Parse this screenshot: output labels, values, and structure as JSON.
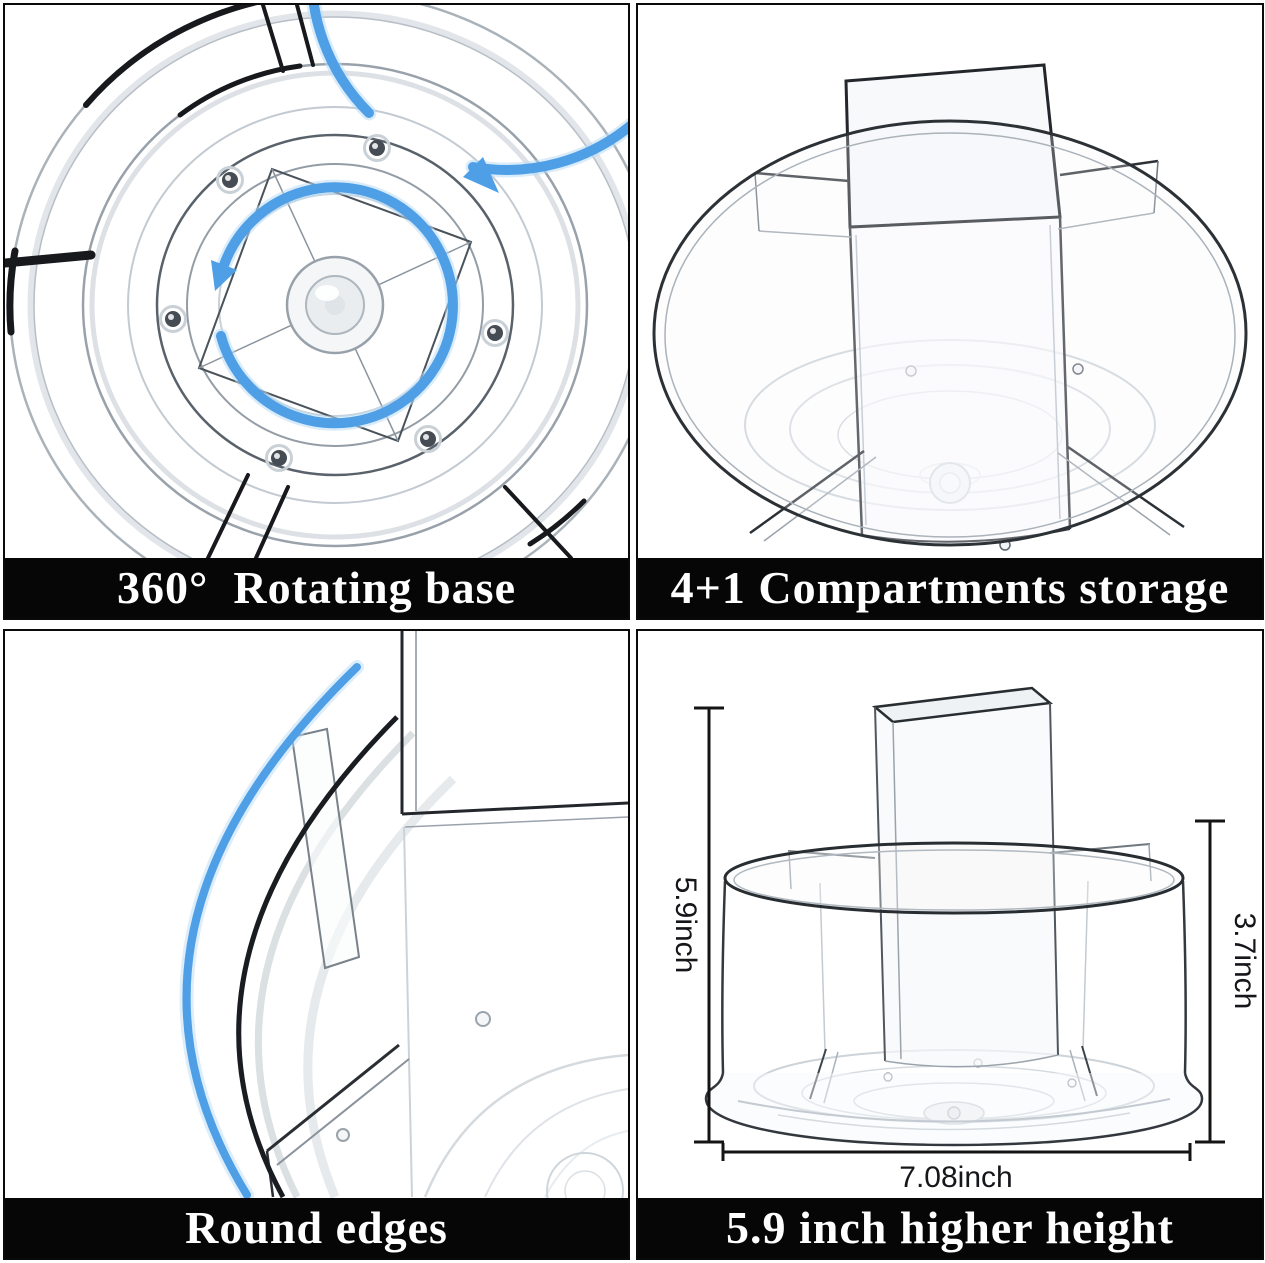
{
  "colors": {
    "accent_blue": "#4f9fe6",
    "accent_blue_glow": "#bcdcf6",
    "banner_bg": "#060606",
    "banner_text": "#ffffff",
    "acrylic_edge_dark": "#1b1e22",
    "dimension_line": "#141414"
  },
  "panels": [
    {
      "id": "rotating-base",
      "caption": "360°  Rotating base"
    },
    {
      "id": "compartments",
      "caption": "4+1 Compartments storage"
    },
    {
      "id": "round-edges",
      "caption": "Round edges"
    },
    {
      "id": "higher-height",
      "caption": "5.9 inch higher height",
      "dimensions": {
        "height_total": "5.9inch",
        "height_wall": "3.7inch",
        "width": "7.08inch"
      }
    }
  ]
}
